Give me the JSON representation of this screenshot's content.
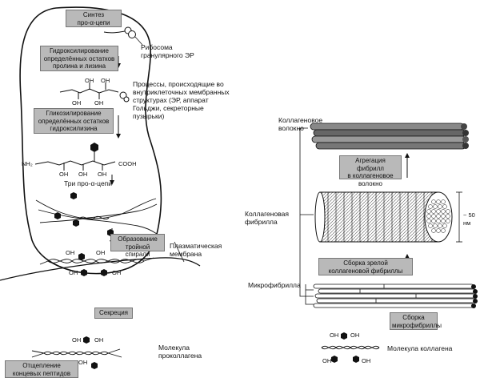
{
  "left_panel": {
    "box_synthesis": [
      "Синтез",
      "про-α-цепи"
    ],
    "ribosome_label": [
      "Рибосома",
      "гранулярного ЭР"
    ],
    "box_hydroxylation": [
      "Гидроксилирование",
      "определённых остатков",
      "пролина и лизина"
    ],
    "processes_label": [
      "Процессы, происходящие во",
      "внутриклеточных мембранных",
      "структурах (ЭР, аппарат",
      "Гольджи, секреторные",
      "пузырьки)"
    ],
    "box_glycosylation": [
      "Гликозилирование",
      "определённых остатков",
      "гидроксилизина"
    ],
    "nh2": "NH₂",
    "cooh": "COOH",
    "oh": "OH",
    "three_chains_label": "Три про-α-цепи",
    "box_triple_helix": [
      "Образование",
      "тройной спирали"
    ],
    "membrane_label": [
      "Плазматическая",
      "мембрана"
    ],
    "box_secretion": [
      "Секреция"
    ],
    "box_cleavage": [
      "Отщепление",
      "концевых пептидов"
    ],
    "procollagen_label": [
      "Молекула",
      "проколлагена"
    ]
  },
  "right_panel": {
    "fiber_label": [
      "Коллагеновое",
      "волокно"
    ],
    "box_aggregation": [
      "Агрегация фибрилл",
      "в коллагеновое",
      "волокно"
    ],
    "fibril_label": [
      "Коллагеновая",
      "фибрилла"
    ],
    "size_label": "~ 50",
    "size_unit": "нм",
    "box_mature_fibril": [
      "Сборка зрелой",
      "коллагеновой фибриллы"
    ],
    "microfibril_label": "Микрофибрилла",
    "box_microfibril": [
      "Сборка",
      "микрофибриллы"
    ],
    "collagen_molecule_label": "Молекула коллагена"
  },
  "colors": {
    "box_fill": "#b9b9b9",
    "line": "#111111",
    "fiber_dark": "#555555",
    "fiber_light": "#cfcfcf"
  }
}
